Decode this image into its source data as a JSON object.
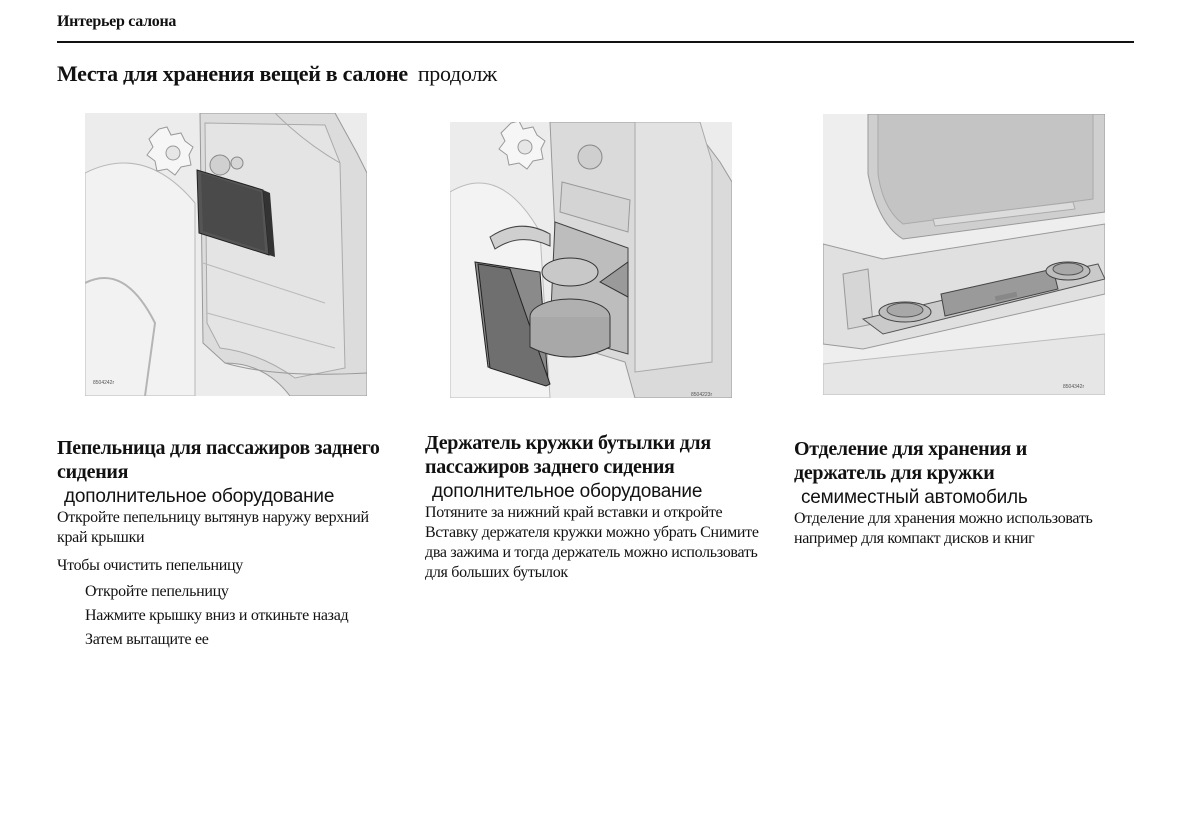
{
  "header": {
    "running_head": "Интерьер салона",
    "title_bold": "Места для хранения вещей в салоне",
    "title_cont": "продолж"
  },
  "figures": [
    {
      "code": "8504242r",
      "icon": "ashtray-illustration"
    },
    {
      "code": "8504223r",
      "icon": "cup-holder-illustration"
    },
    {
      "code": "8504342r",
      "icon": "storage-compartment-illustration"
    }
  ],
  "sections": [
    {
      "heading": "Пепельница для пассажиров заднего сидения",
      "option": "дополнительное оборудование",
      "paragraphs": [
        "Откройте пепельницу вытянув наружу верхний край крышки",
        "Чтобы очистить пепельницу"
      ],
      "steps": [
        "Откройте пепельницу",
        "Нажмите крышку вниз и откиньте назад",
        "Затем вытащите ее"
      ]
    },
    {
      "heading": "Держатель кружки бутылки для пассажиров заднего сидения",
      "option": "дополнительное оборудование",
      "paragraphs": [
        "Потяните за нижний край вставки и откройте Вставку держателя кружки можно убрать Снимите два зажима и тогда держатель можно использовать для больших бутылок"
      ]
    },
    {
      "heading": "Отделение для хранения и держатель для кружки",
      "option": "семиместный автомобиль",
      "paragraphs": [
        "Отделение для хранения можно использовать например для компакт дисков и книг"
      ]
    }
  ]
}
